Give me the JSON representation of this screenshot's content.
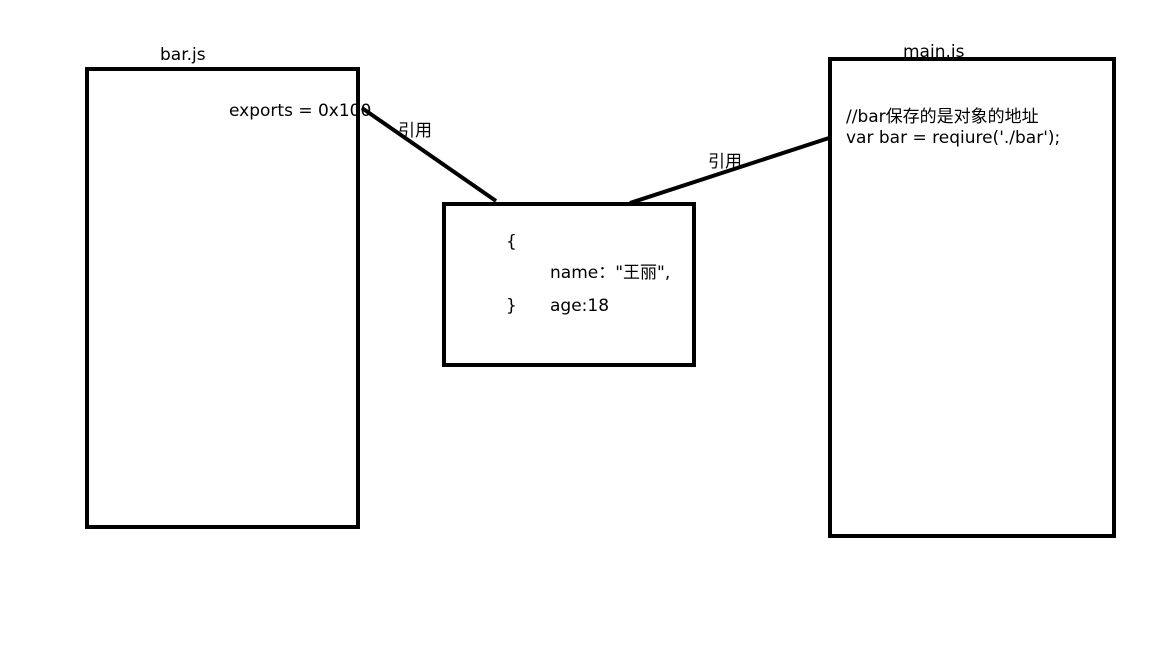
{
  "bar_module": {
    "title": "bar.js",
    "exports_text": "exports = 0x100"
  },
  "object": {
    "brace_open": "{",
    "name_line": "name：\"王丽\",",
    "age_line": "age:18",
    "brace_close": "}"
  },
  "main_module": {
    "title": "main.js",
    "comment": "//bar保存的是对象的地址",
    "code": "var bar = reqiure('./bar');"
  },
  "references": {
    "left_label": "引用",
    "right_label": "引用"
  }
}
